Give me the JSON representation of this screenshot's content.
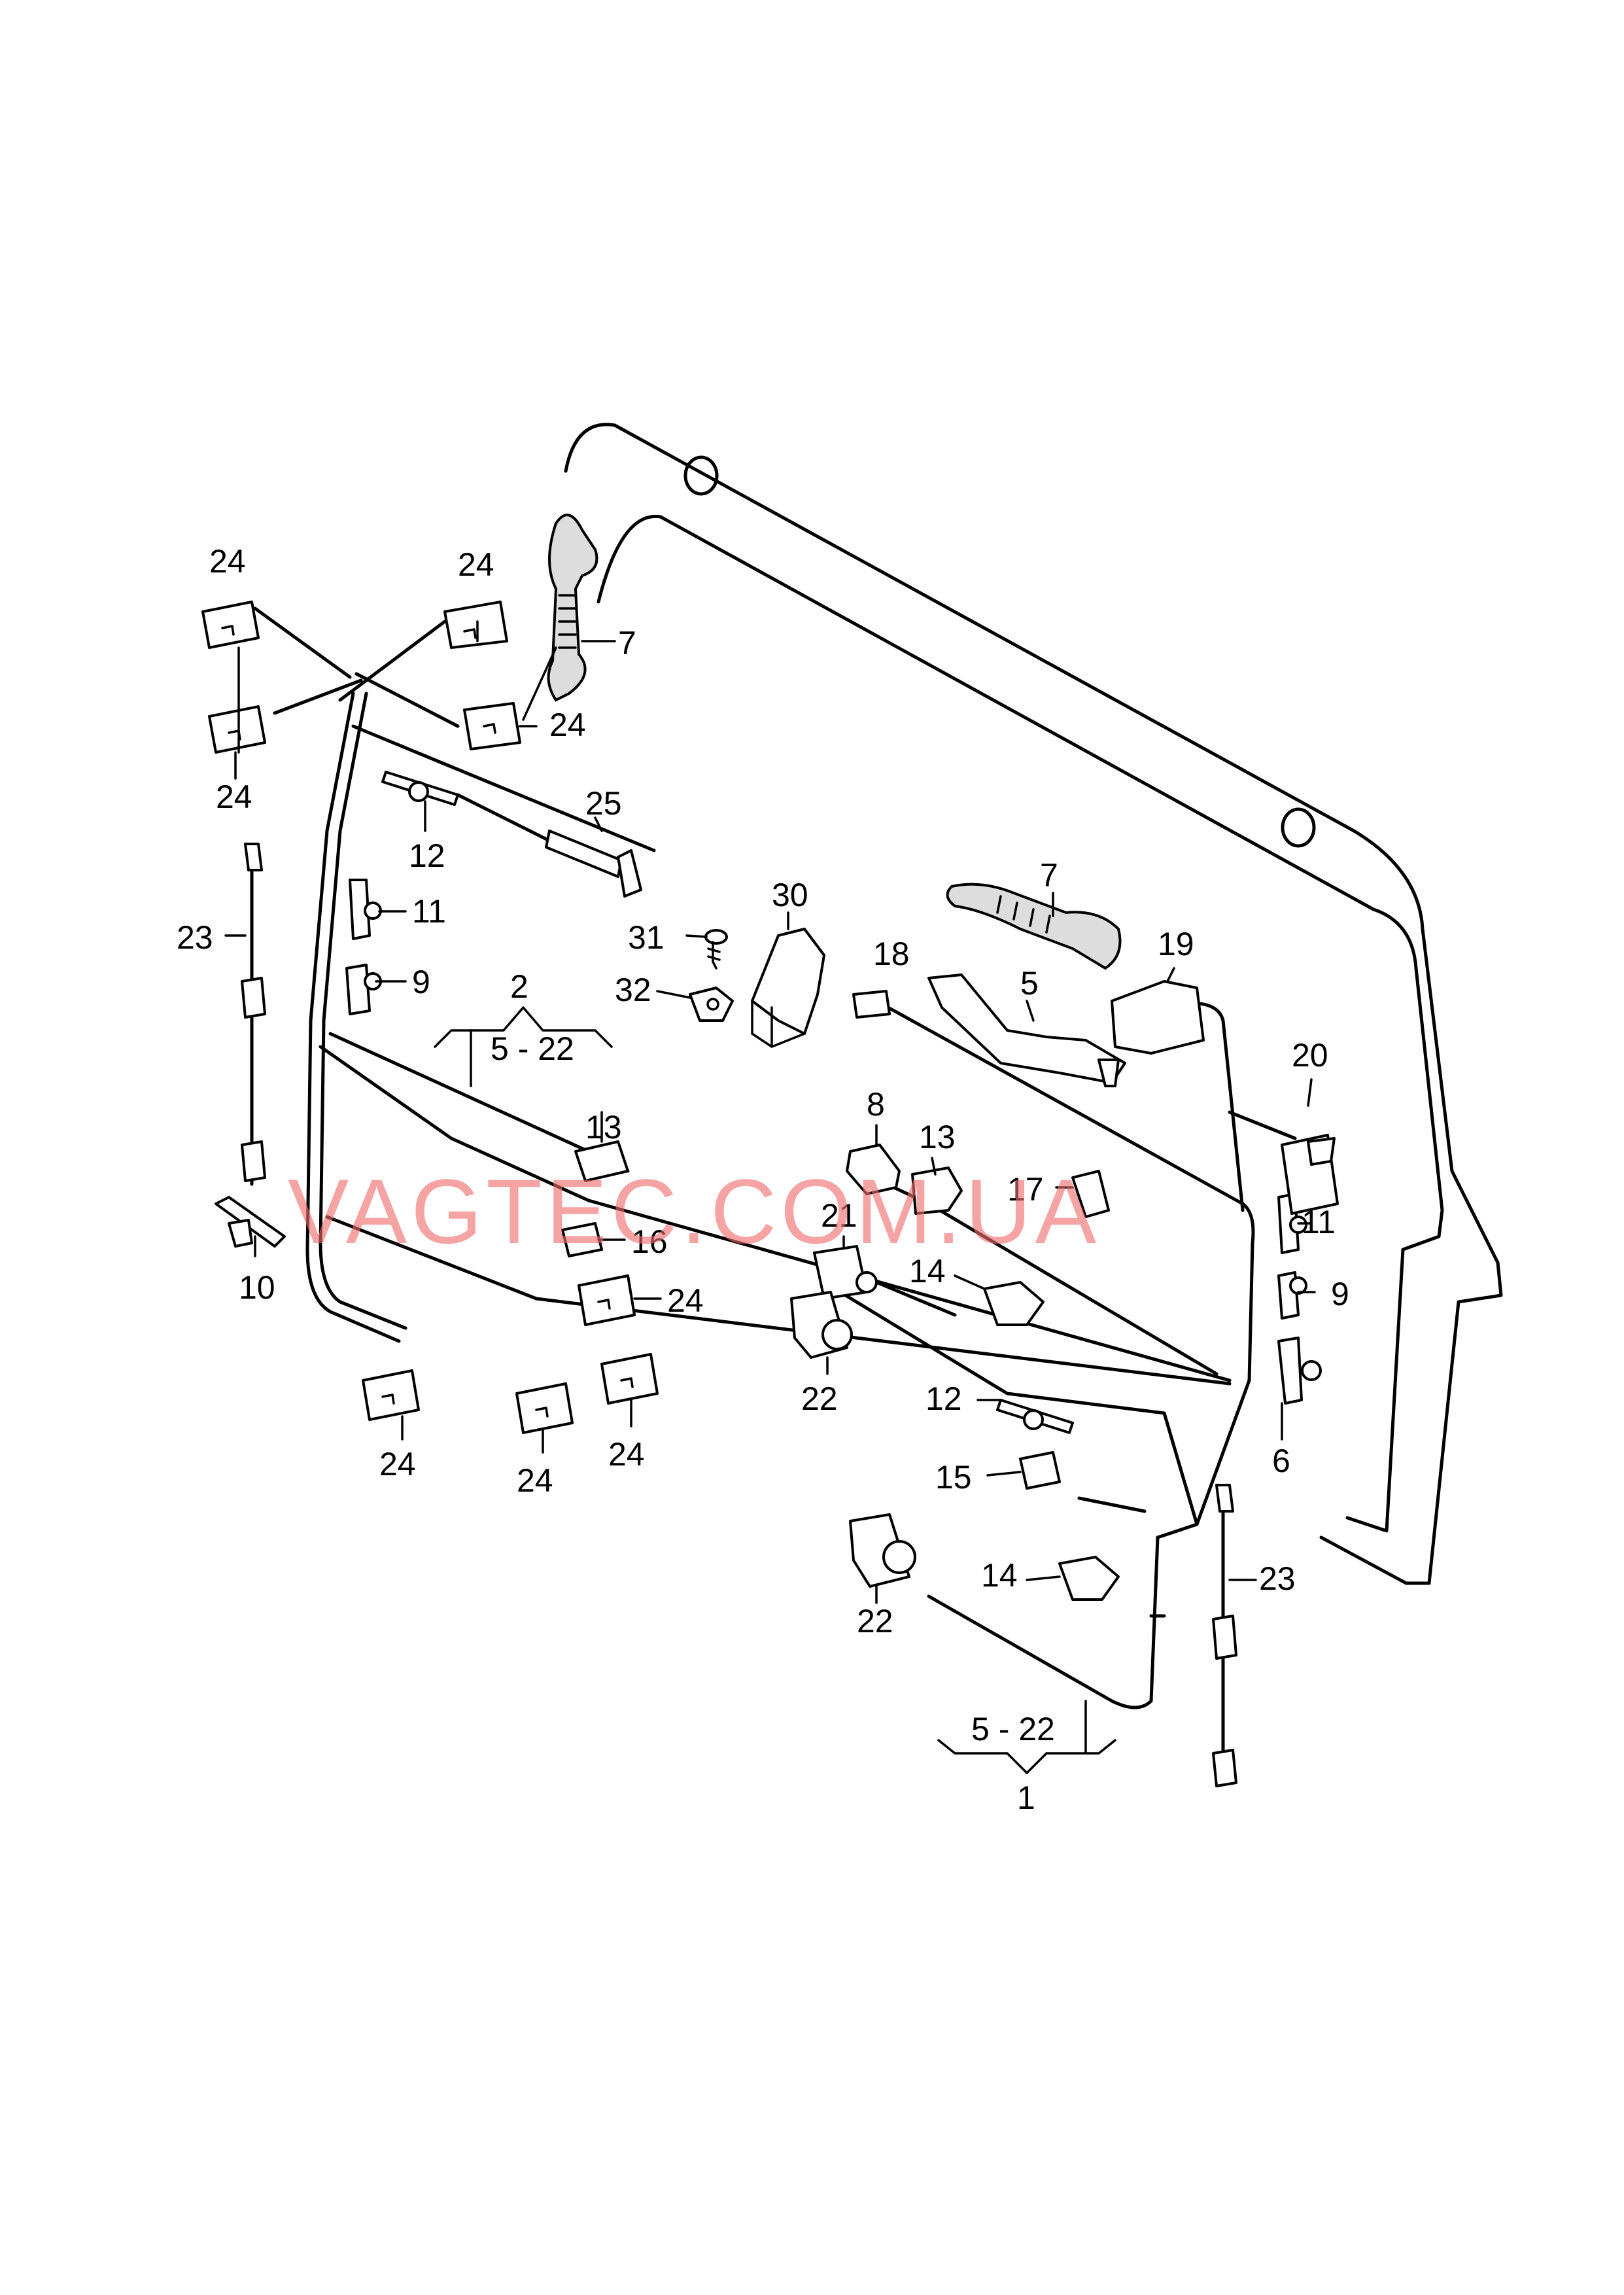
{
  "watermark": "VAGTEC.COM.UA",
  "callouts": {
    "c1": "1",
    "c2": "2",
    "range_left": "5 - 22",
    "range_right": "5 - 22",
    "c5": "5",
    "c6": "6",
    "c7_top": "7",
    "c7_mid": "7",
    "c8": "8",
    "c9_left": "9",
    "c9_right": "9",
    "c10": "10",
    "c11_left": "11",
    "c11_right": "11",
    "c12_top": "12",
    "c12_bottom": "12",
    "c13_left": "13",
    "c13_right": "13",
    "c14_top": "14",
    "c14_bottom": "14",
    "c15": "15",
    "c16": "16",
    "c17": "17",
    "c18": "18",
    "c19": "19",
    "c20": "20",
    "c21": "21",
    "c22_top": "22",
    "c22_bottom": "22",
    "c23_left": "23",
    "c23_right": "23",
    "c24_a": "24",
    "c24_b": "24",
    "c24_c": "24",
    "c24_d": "24",
    "c24_e": "24",
    "c24_f": "24",
    "c24_g": "24",
    "c24_h": "24",
    "c25": "25",
    "c30": "30",
    "c31": "31",
    "c32": "32"
  }
}
